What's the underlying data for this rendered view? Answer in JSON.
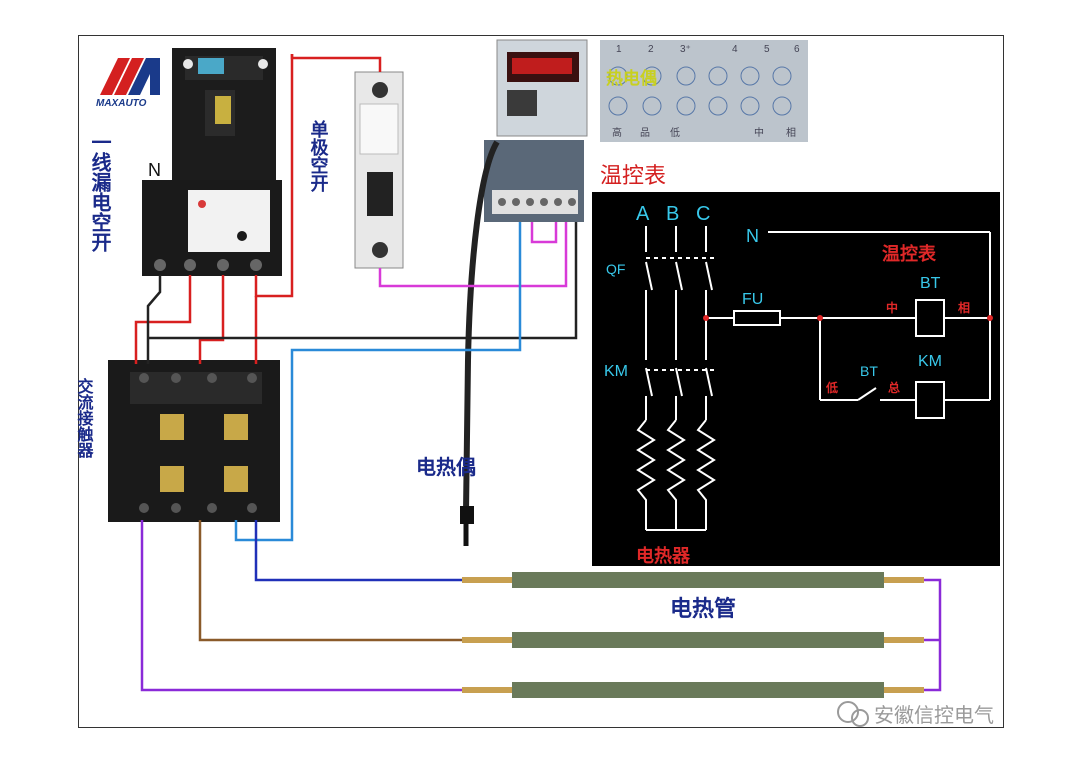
{
  "logo": {
    "text": "MAXAUTO"
  },
  "labels": {
    "breaker_leakage": "一线漏电空开",
    "neutral": "N",
    "single_pole_switch": "单极空开",
    "thermostat_top": "温控表",
    "thermocouple_panel": "热电偶",
    "contactor": "交流接触器",
    "thermocouple_probe": "电热偶",
    "heating_tubes": "电热管"
  },
  "terminal_strip": {
    "numbers": [
      "1",
      "2",
      "3⁺",
      "4",
      "5",
      "6"
    ],
    "bottom": [
      "高",
      "品",
      "低",
      "",
      "中",
      "相"
    ]
  },
  "schematic": {
    "phases": [
      "A",
      "B",
      "C"
    ],
    "neutral": "N",
    "qf": "QF",
    "fu": "FU",
    "km": "KM",
    "bt_coil": "BT",
    "bt_contact": "BT",
    "km_coil": "KM",
    "title": "温控表",
    "zhong": "中",
    "xiang": "相",
    "di": "低",
    "zong": "总",
    "heater": "电热器"
  },
  "watermark": {
    "text": "安徽信控电气"
  },
  "colors": {
    "red_wire": "#d82020",
    "blue_wire": "#2a8ad8",
    "purple_wire": "#8a2ad8",
    "magenta_wire": "#d83ad8",
    "brown_wire": "#8a5a2a",
    "dark_wire": "#222222",
    "schematic_bg": "#000000",
    "schematic_cyan": "#38c8ea",
    "label_blue": "#1a2a8a"
  }
}
